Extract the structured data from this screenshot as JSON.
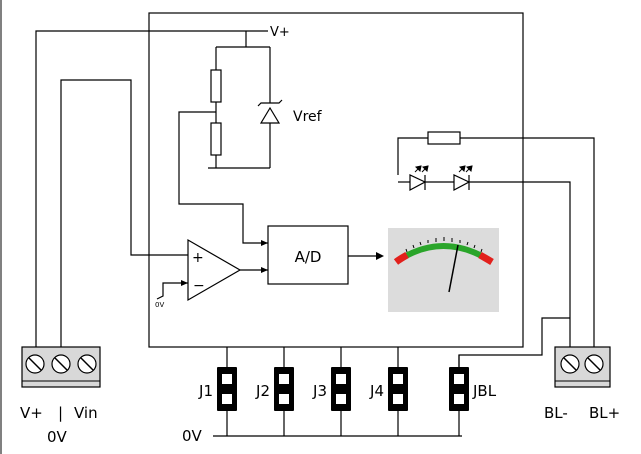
{
  "labels": {
    "vplus_top": "V+",
    "vref": "Vref",
    "adc": "A/D",
    "opamp_plus": "+",
    "opamp_minus": "−",
    "zero_v_small": "0V",
    "left_terminal_vplus": "V+",
    "left_terminal_sep": "|",
    "left_terminal_vin": "Vin",
    "left_terminal_0v": "0V",
    "right_terminal_blminus": "BL-",
    "right_terminal_blplus": "BL+",
    "bottom_0v": "0V",
    "jumpers": [
      "J1",
      "J2",
      "J3",
      "J4",
      "JBL"
    ]
  },
  "colors": {
    "meter_background": "#dcdcdc",
    "meter_arc_green": "#2aa52a",
    "meter_arc_red": "#e2201c",
    "line": "#000000"
  }
}
